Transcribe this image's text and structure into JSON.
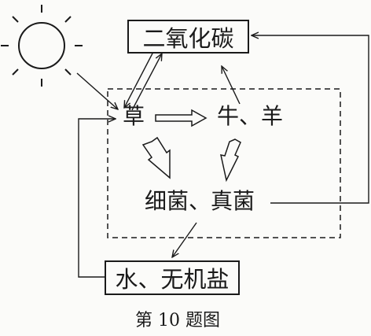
{
  "diagram": {
    "nodes": {
      "co2": "二氧化碳",
      "grass": "草",
      "cattle_sheep": "牛、羊",
      "decomposers": "细菌、真菌",
      "water_salts": "水、无机盐"
    },
    "caption": "第 10 题图",
    "icons": {
      "sun": "sun-icon"
    }
  }
}
